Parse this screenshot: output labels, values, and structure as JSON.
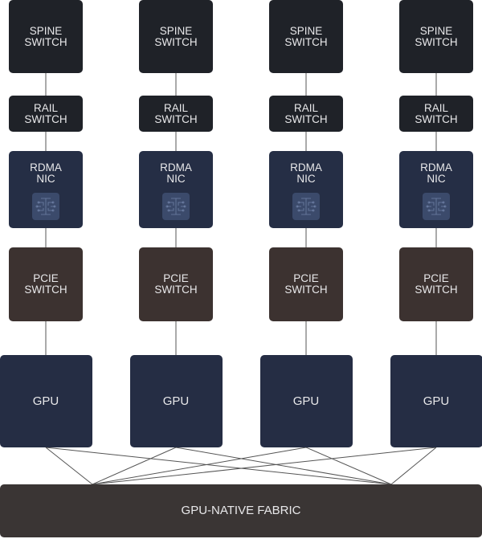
{
  "columns": [
    {
      "spine": [
        "SPINE",
        "SWITCH"
      ],
      "rail": [
        "RAIL",
        "SWITCH"
      ],
      "nic": [
        "RDMA",
        "NIC"
      ],
      "pcie": [
        "PCIE",
        "SWITCH"
      ],
      "gpu": "GPU"
    },
    {
      "spine": [
        "SPINE",
        "SWITCH"
      ],
      "rail": [
        "RAIL",
        "SWITCH"
      ],
      "nic": [
        "RDMA",
        "NIC"
      ],
      "pcie": [
        "PCIE",
        "SWITCH"
      ],
      "gpu": "GPU"
    },
    {
      "spine": [
        "SPINE",
        "SWITCH"
      ],
      "rail": [
        "RAIL",
        "SWITCH"
      ],
      "nic": [
        "RDMA",
        "NIC"
      ],
      "pcie": [
        "PCIE",
        "SWITCH"
      ],
      "gpu": "GPU"
    },
    {
      "spine": [
        "SPINE",
        "SWITCH"
      ],
      "rail": [
        "RAIL",
        "SWITCH"
      ],
      "nic": [
        "RDMA",
        "NIC"
      ],
      "pcie": [
        "PCIE",
        "SWITCH"
      ],
      "gpu": "GPU"
    }
  ],
  "fabric": {
    "label": "GPU-NATIVE FABRIC"
  },
  "colors": {
    "switch": "#1f2228",
    "nic": "#252e45",
    "pcie": "#3c3230",
    "gpu": "#252d44",
    "fabric": "#3a3534",
    "line": "#555555"
  }
}
